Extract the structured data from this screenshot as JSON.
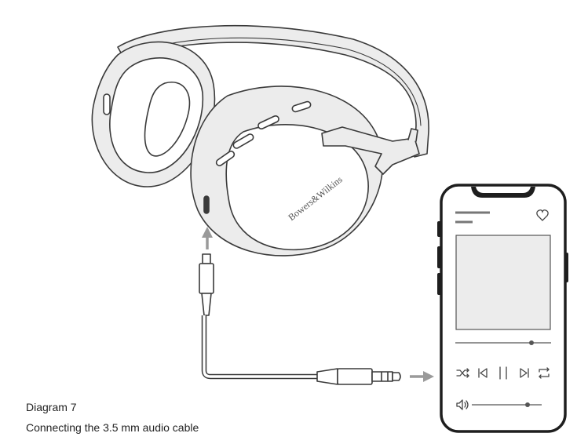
{
  "caption": {
    "title": "Diagram 7",
    "subtitle": "Connecting the 3.5 mm audio cable"
  },
  "headphones": {
    "brand_text": "Bowers&Wilkins"
  },
  "colors": {
    "line": "#3a3a3a",
    "fill": "#ececec",
    "arrow": "#9a9a9a",
    "phone_frame": "#1e1e1e"
  },
  "phone": {
    "now_playing_controls": [
      "shuffle-icon",
      "previous-icon",
      "pause-icon",
      "next-icon",
      "repeat-icon"
    ],
    "icons": [
      "heart-icon",
      "volume-icon"
    ]
  }
}
